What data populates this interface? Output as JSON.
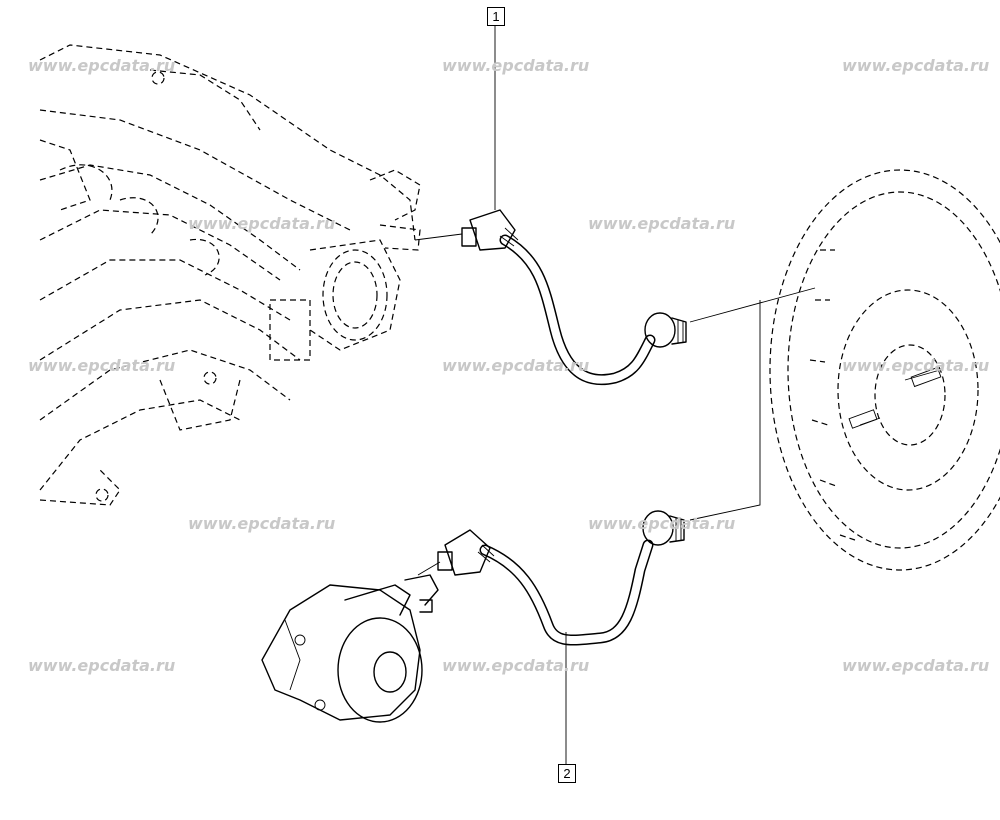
{
  "watermark": "www.epcdata.ru",
  "callouts": [
    {
      "label": "1"
    },
    {
      "label": "2"
    }
  ],
  "colors": {
    "line": "#000000",
    "watermark": "#c8c8c8",
    "background": "#ffffff"
  }
}
